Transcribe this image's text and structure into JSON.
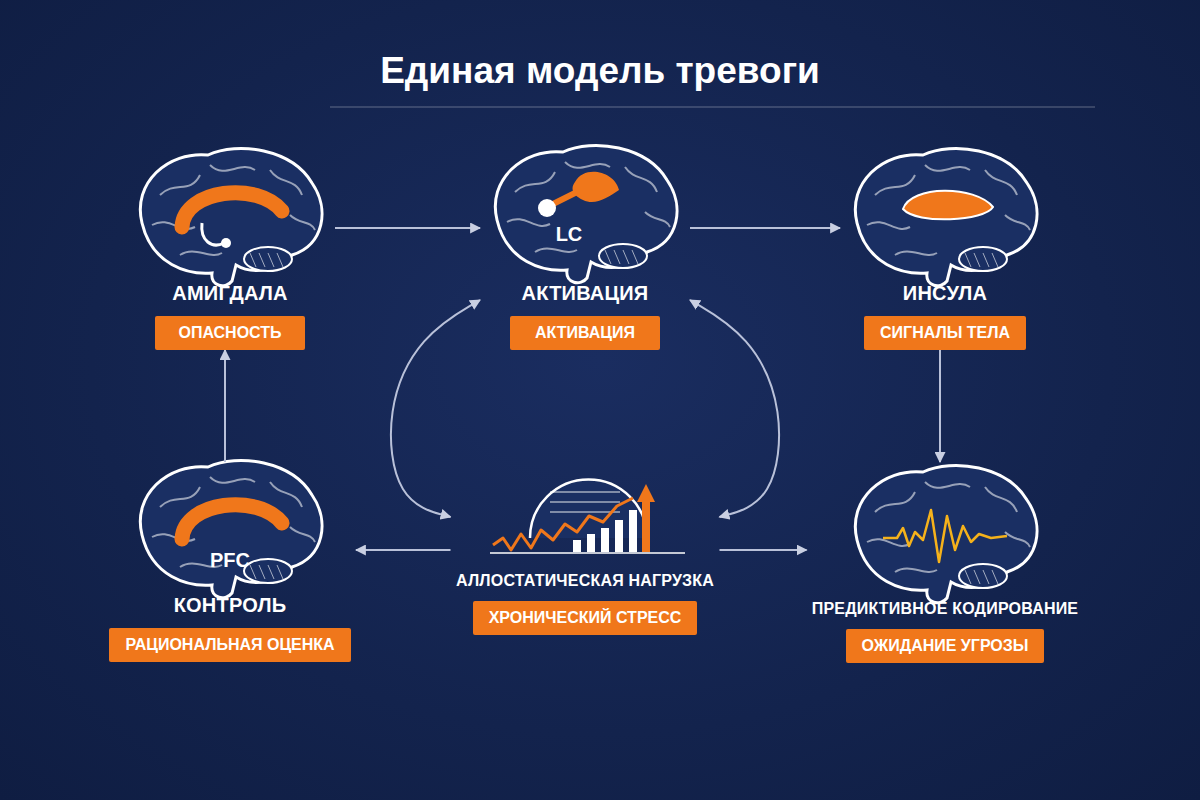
{
  "diagram": {
    "title": "Единая модель тревоги",
    "nodes": [
      {
        "text": [
          "АМИГДАЛА",
          "ОПАСНОСТЬ"
        ]
      },
      {
        "text": [
          "АКТИВАЦИЯ",
          "АКТИВАЦИЯ"
        ]
      },
      {
        "text": [
          "ИНСУЛА",
          "СИГНАЛЫ ТЕЛА"
        ]
      },
      {
        "text": [
          "КОНТРОЛЬ",
          "РАЦИОНАЛЬНАЯ ОЦЕНКА"
        ]
      },
      {
        "text": [
          "АЛЛОСТАТИЧЕСКАЯ НАГРУЗКА",
          "ХРОНИЧЕСКИЙ СТРЕСС"
        ]
      },
      {
        "text": [
          "ПРЕДИКТИВНОЕ КОДИРОВАНИЕ",
          "ОЖИДАНИЕ УГРОЗЫ"
        ]
      }
    ],
    "edges": [
      {
        "from": 0,
        "to": 1,
        "arrow": "to"
      },
      {
        "from": 1,
        "to": 2,
        "arrow": "to"
      },
      {
        "from": 2,
        "to": 5,
        "arrow": "to"
      },
      {
        "from": 3,
        "to": 0,
        "arrow": "to"
      },
      {
        "from": 4,
        "to": 3,
        "arrow": "to"
      },
      {
        "from": 4,
        "to": 5,
        "arrow": "to"
      },
      {
        "from": 1,
        "to": 4,
        "arrow": "both"
      },
      {
        "from": 1,
        "to": 4,
        "arrow": "both"
      }
    ],
    "labels": [
      "LC",
      "PFC"
    ]
  }
}
